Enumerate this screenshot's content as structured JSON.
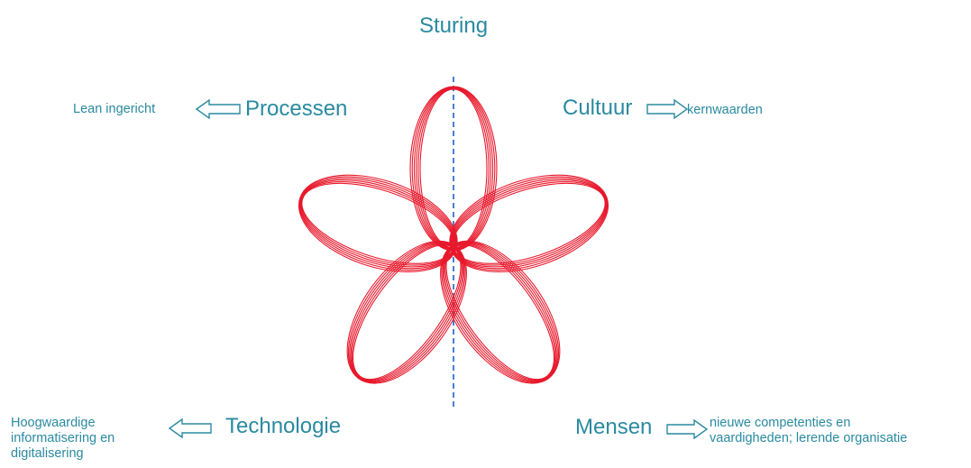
{
  "center": "Sturing",
  "pillars": {
    "processen": {
      "label": "Processen",
      "note": "Lean ingericht"
    },
    "cultuur": {
      "label": "Cultuur",
      "note": "kernwaarden"
    },
    "technologie": {
      "label": "Technologie",
      "note_lines": [
        "Hoogwaardige",
        "informatisering en",
        "digitalisering"
      ]
    },
    "mensen": {
      "label": "Mensen",
      "note_lines": [
        "nieuwe competenties en",
        "vaardigheden; lerende organisatie"
      ]
    }
  },
  "colors": {
    "text": "#2a8aa0",
    "petal": "#e8192c",
    "axis": "#4a7fd0"
  }
}
